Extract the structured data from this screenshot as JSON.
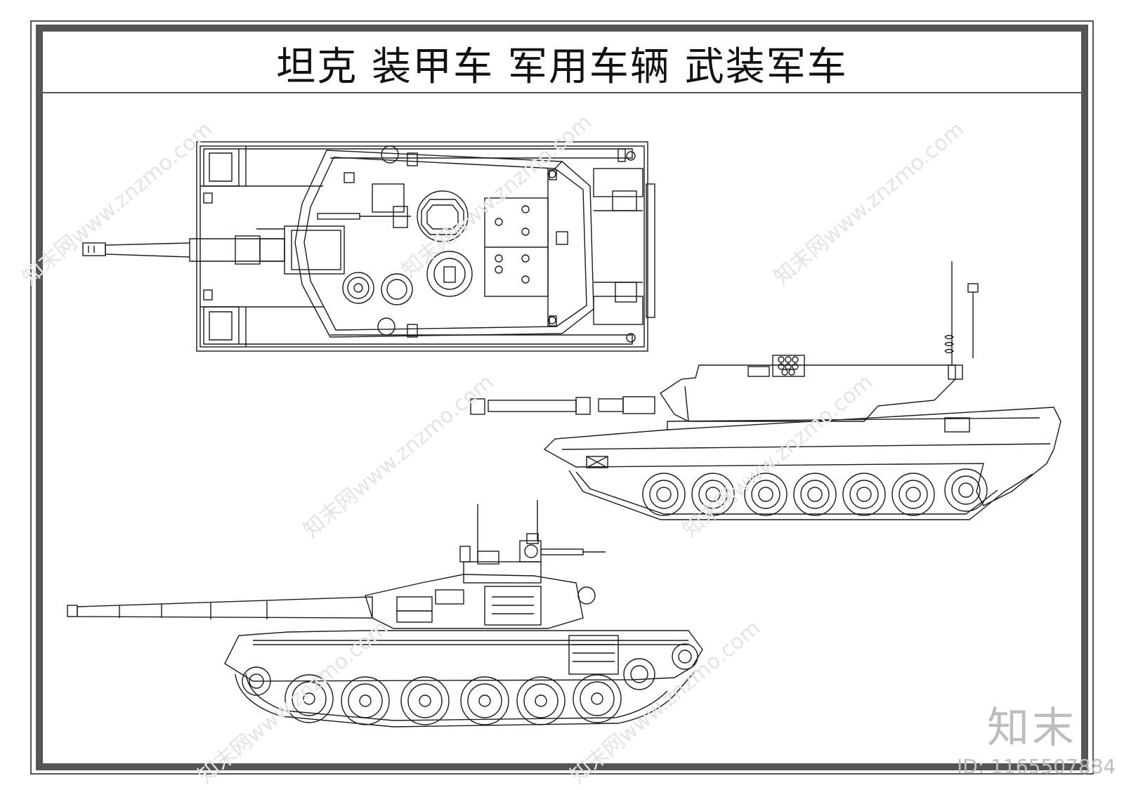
{
  "title": "坦克 装甲车 军用车辆 武装军车",
  "watermark_text": "知末网www.znzmo.com",
  "logo_text": "知末",
  "id_text": "ID: 1165507884",
  "colors": {
    "frame": "#555555",
    "line": "#1a1a1a",
    "watermark": "#e4e4e4"
  },
  "icons": [
    "tank-top-view-drawing",
    "tank-side-view-drawing",
    "tank-side-view-reactive-armor-drawing"
  ]
}
